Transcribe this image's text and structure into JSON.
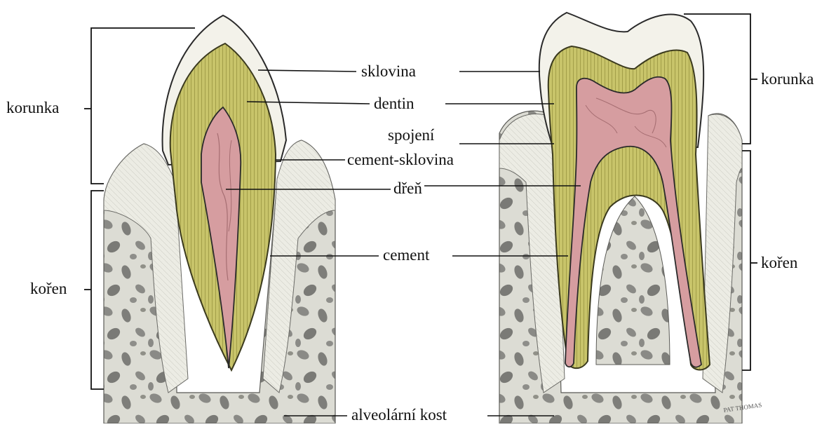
{
  "labels": {
    "crown_left": "korunka",
    "root_left": "kořen",
    "crown_right": "korunka",
    "root_right": "kořen",
    "enamel": "sklovina",
    "dentin": "dentin",
    "cej_line1": "spojení",
    "cej_line2": "cement-sklovina",
    "pulp": "dřeň",
    "cementum": "cement",
    "alveolar_bone": "alveolární kost",
    "signature": "PAT THOMAS"
  },
  "colors": {
    "enamel": "#f3f2ea",
    "dentin": "#c8c46a",
    "dentin_stripe": "#9e9a45",
    "pulp": "#d69da0",
    "pulp_vein": "#a66e72",
    "bone": "#dcdcd4",
    "bone_hole": "#8a8a86",
    "gum": "#e9e9e1",
    "outline": "#2a2a2a"
  }
}
